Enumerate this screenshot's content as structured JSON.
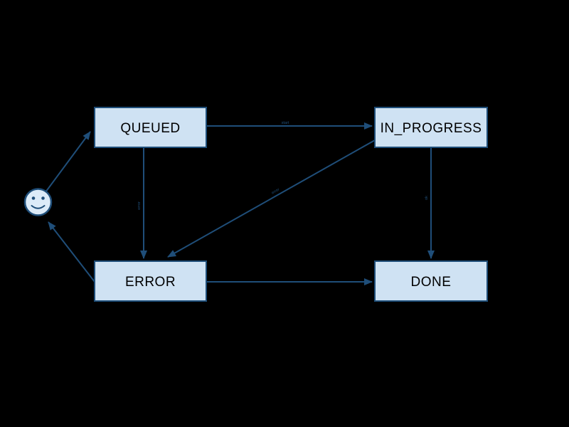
{
  "diagram": {
    "type": "state-machine",
    "colors": {
      "background": "#000000",
      "node_fill": "#cfe2f3",
      "smiley_fill": "#dcebf8",
      "line_color": "#1f4e79",
      "node_text_color": "#000000"
    },
    "start_icon": "smiley-face",
    "nodes": [
      {
        "id": "queued",
        "label": "QUEUED"
      },
      {
        "id": "in_progress",
        "label": "IN_PROGRESS"
      },
      {
        "id": "error",
        "label": "ERROR"
      },
      {
        "id": "done",
        "label": "DONE"
      }
    ],
    "edges": [
      {
        "from": "smiley",
        "to": "QUEUED",
        "label": ""
      },
      {
        "from": "QUEUED",
        "to": "IN_PROGRESS",
        "label": "start"
      },
      {
        "from": "QUEUED",
        "to": "ERROR",
        "label": "error"
      },
      {
        "from": "IN_PROGRESS",
        "to": "ERROR",
        "label": "error"
      },
      {
        "from": "IN_PROGRESS",
        "to": "DONE",
        "label": "ok"
      },
      {
        "from": "ERROR",
        "to": "DONE",
        "label": ""
      },
      {
        "from": "ERROR",
        "to": "smiley",
        "label": ""
      }
    ]
  }
}
